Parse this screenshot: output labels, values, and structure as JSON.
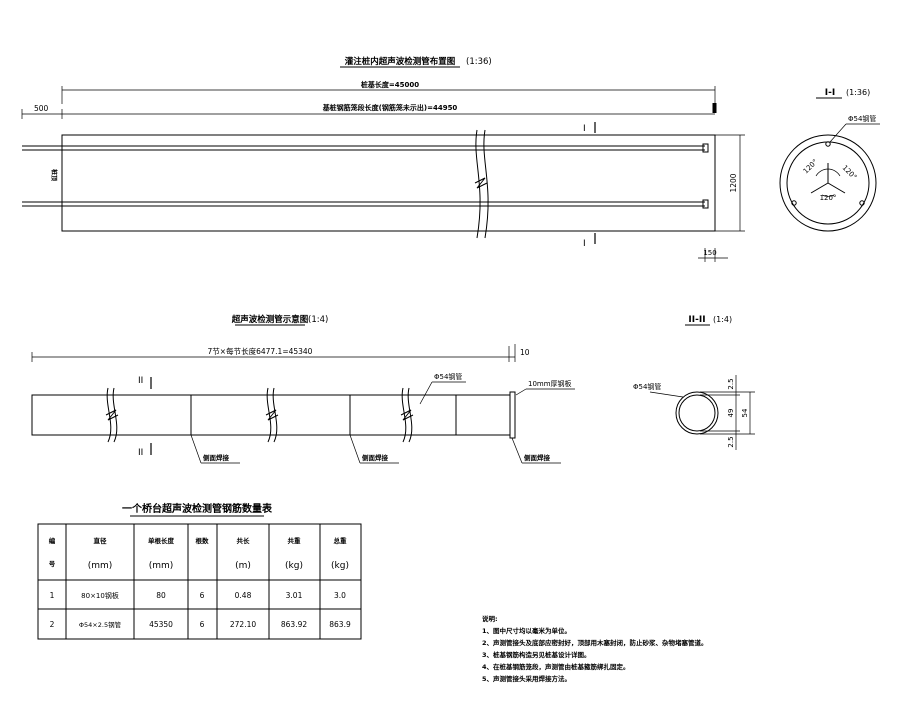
{
  "layout_plan": {
    "title": "灌注桩内超声波检测管布置图",
    "scale": "(1:36)",
    "pile_length": "桩基长度=45000",
    "cage_length": "基桩钢筋笼段长度(钢筋笼未示出)=44950",
    "offset": "500",
    "diameter": "1200",
    "end_gap": "150",
    "section_mark": "I",
    "left_label": "桩顶"
  },
  "section_1": {
    "title": "I-I",
    "scale": "(1:36)",
    "pipe_label": "Φ54钢管",
    "angles": [
      "120°",
      "120°",
      "120°"
    ]
  },
  "tube_detail": {
    "title": "超声波检测管示意图",
    "scale": "(1:4)",
    "length_label": "7节×每节长度6477.1=45340",
    "end_gap": "10",
    "pipe_label": "Φ54钢管",
    "plate_label": "10mm厚钢板",
    "weld_labels": [
      "侧面焊接",
      "侧面焊接",
      "侧面焊接"
    ],
    "section_mark": "II"
  },
  "section_2": {
    "title": "II-II",
    "scale": "(1:4)",
    "pipe_label": "Φ54钢管",
    "dims": [
      "2.5",
      "49",
      "54",
      "2.5"
    ]
  },
  "quantity_table": {
    "title": "一个桥台超声波检测管钢筋数量表",
    "headers_top": [
      "编",
      "直径",
      "单根长度",
      "根数",
      "共长",
      "共重",
      "总重"
    ],
    "headers_bottom": [
      "号",
      "(mm)",
      "(mm)",
      "",
      "(m)",
      "(kg)",
      "(kg)"
    ],
    "rows": [
      [
        "1",
        "80×10钢板",
        "80",
        "6",
        "0.48",
        "3.01",
        "3.0"
      ],
      [
        "2",
        "Φ54×2.5钢管",
        "45350",
        "6",
        "272.10",
        "863.92",
        "863.9"
      ]
    ]
  },
  "notes": {
    "title": "说明:",
    "items": [
      "1、图中尺寸均以毫米为单位。",
      "2、声测管接头及底部应密封好，顶部用木塞封闭，防止砂浆、杂物堵塞管道。",
      "3、桩基钢筋构造另见桩基设计详图。",
      "4、在桩基钢筋笼段，声测管由桩基箍筋绑扎固定。",
      "5、声测管接头采用焊接方法。"
    ]
  }
}
